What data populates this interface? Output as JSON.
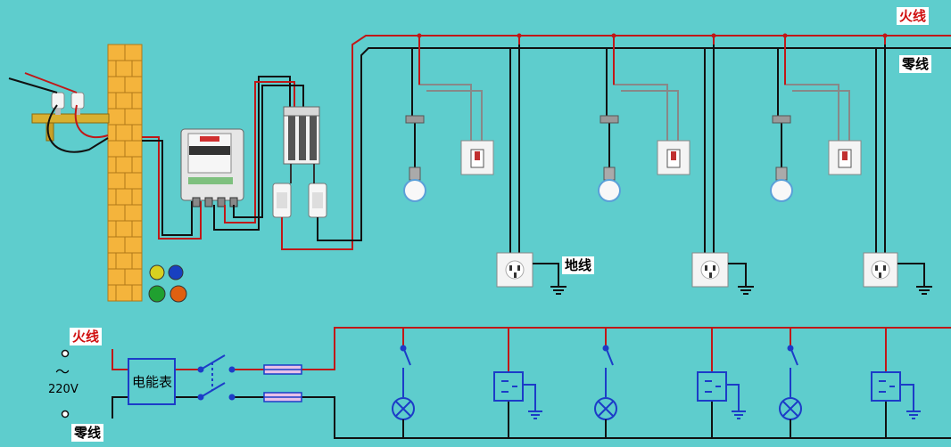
{
  "labels": {
    "live_top": "火线",
    "neutral_top": "零线",
    "ground": "地线",
    "live_schematic": "火线",
    "neutral_schematic": "零线",
    "voltage": "220V",
    "ac_symbol": "～",
    "meter_box": "电能表"
  },
  "colors": {
    "background": "#5ecdcd",
    "live_wire": "#c01818",
    "neutral_wire": "#101010",
    "schematic_blue": "#1c3cc8",
    "brick": "#f4b43c"
  }
}
